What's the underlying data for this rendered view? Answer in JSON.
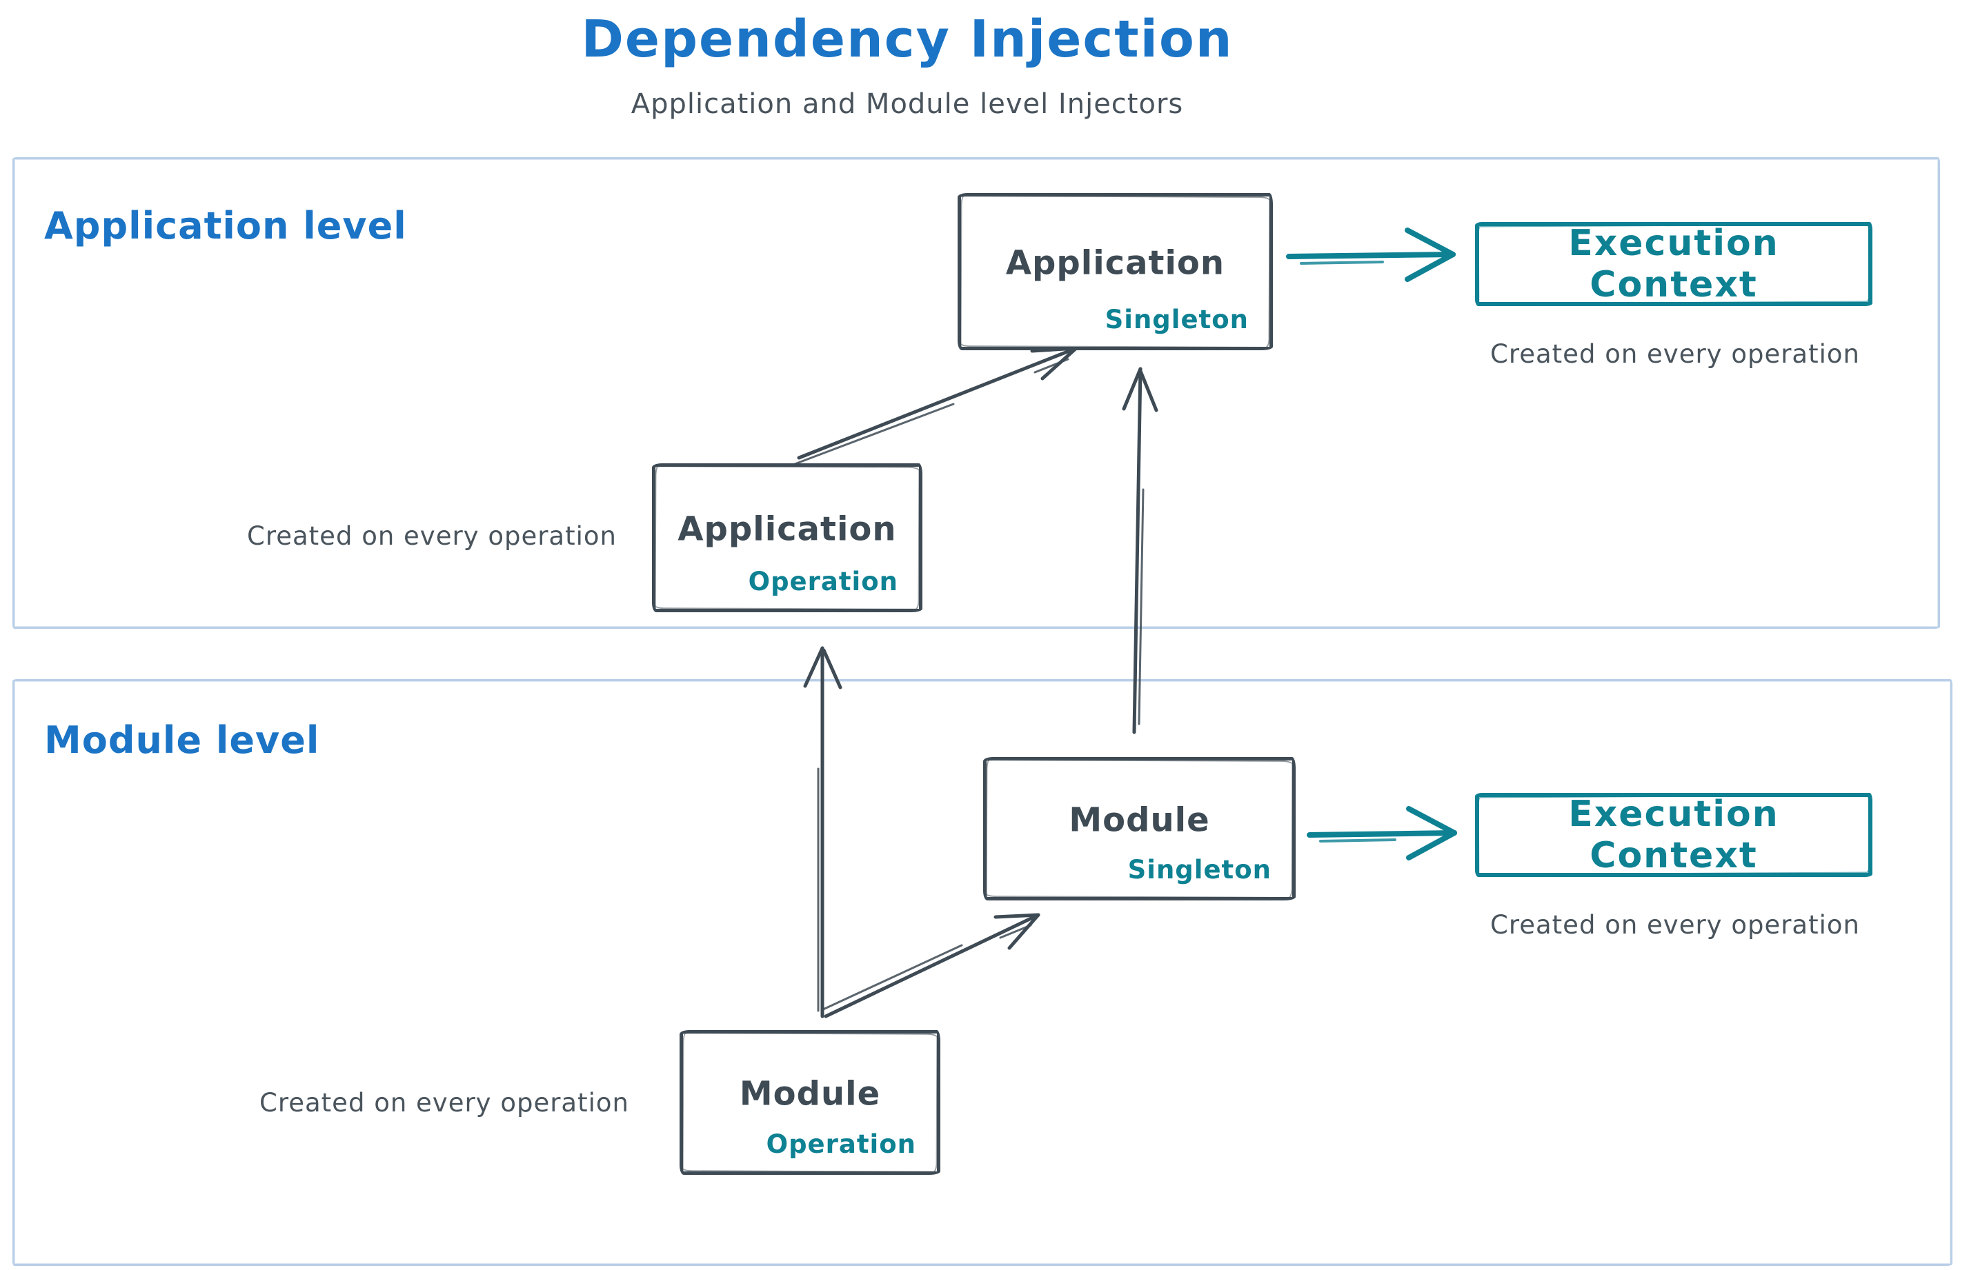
{
  "page": {
    "title": "Dependency Injection",
    "subtitle": "Application and Module level Injectors"
  },
  "colors": {
    "blue": "#1b74c5",
    "dark_slate": "#3e4a54",
    "teal": "#0e8193",
    "container_border": "#b9cfe8",
    "background": "#ffffff"
  },
  "sections": {
    "application": {
      "label": "Application level"
    },
    "module": {
      "label": "Module level"
    }
  },
  "nodes": {
    "app_singleton": {
      "title": "Application",
      "tag": "Singleton"
    },
    "app_operation": {
      "title": "Application",
      "tag": "Operation"
    },
    "module_singleton": {
      "title": "Module",
      "tag": "Singleton"
    },
    "module_operation": {
      "title": "Module",
      "tag": "Operation"
    },
    "execution_context_app": {
      "title": "Execution Context",
      "caption": "Created on every operation"
    },
    "execution_context_module": {
      "title": "Execution Context",
      "caption": "Created on every operation"
    }
  },
  "notes": {
    "app_operation": "Created on every operation",
    "module_operation": "Created on every operation"
  },
  "arrows": [
    {
      "from": "app_operation",
      "to": "app_singleton",
      "color": "dark"
    },
    {
      "from": "module_singleton",
      "to": "app_singleton",
      "color": "dark"
    },
    {
      "from": "module_operation",
      "to": "app_operation",
      "color": "dark"
    },
    {
      "from": "module_operation",
      "to": "module_singleton",
      "color": "dark"
    },
    {
      "from": "app_singleton",
      "to": "execution_context_app",
      "color": "teal"
    },
    {
      "from": "module_singleton",
      "to": "execution_context_module",
      "color": "teal"
    }
  ]
}
